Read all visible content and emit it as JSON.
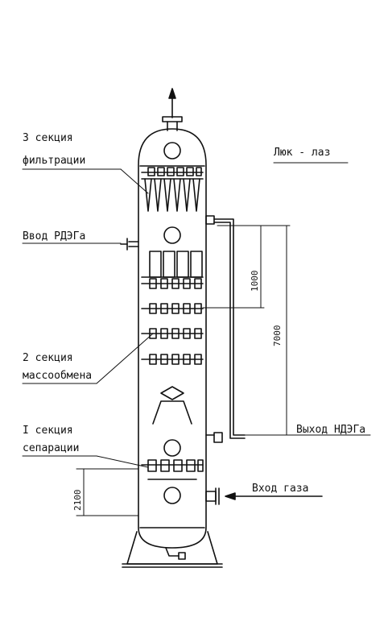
{
  "labels": {
    "section3_line1": "3 секция",
    "section3_line2": "фильтрации",
    "manhole": "Люк - лаз",
    "rdeg_inlet": "Ввод РДЭГа",
    "section2_line1": "2 секция",
    "section2_line2": "массообмена",
    "section1_line1": "I секция",
    "section1_line2": "сепарации",
    "ndeg_outlet": "Выход НДЭГа",
    "gas_inlet": "Вход газа"
  },
  "dimensions": {
    "d1000": "1000",
    "d7000": "7000",
    "d2100": "2100"
  },
  "colors": {
    "ink": "#111111",
    "paper": "#ffffff"
  }
}
